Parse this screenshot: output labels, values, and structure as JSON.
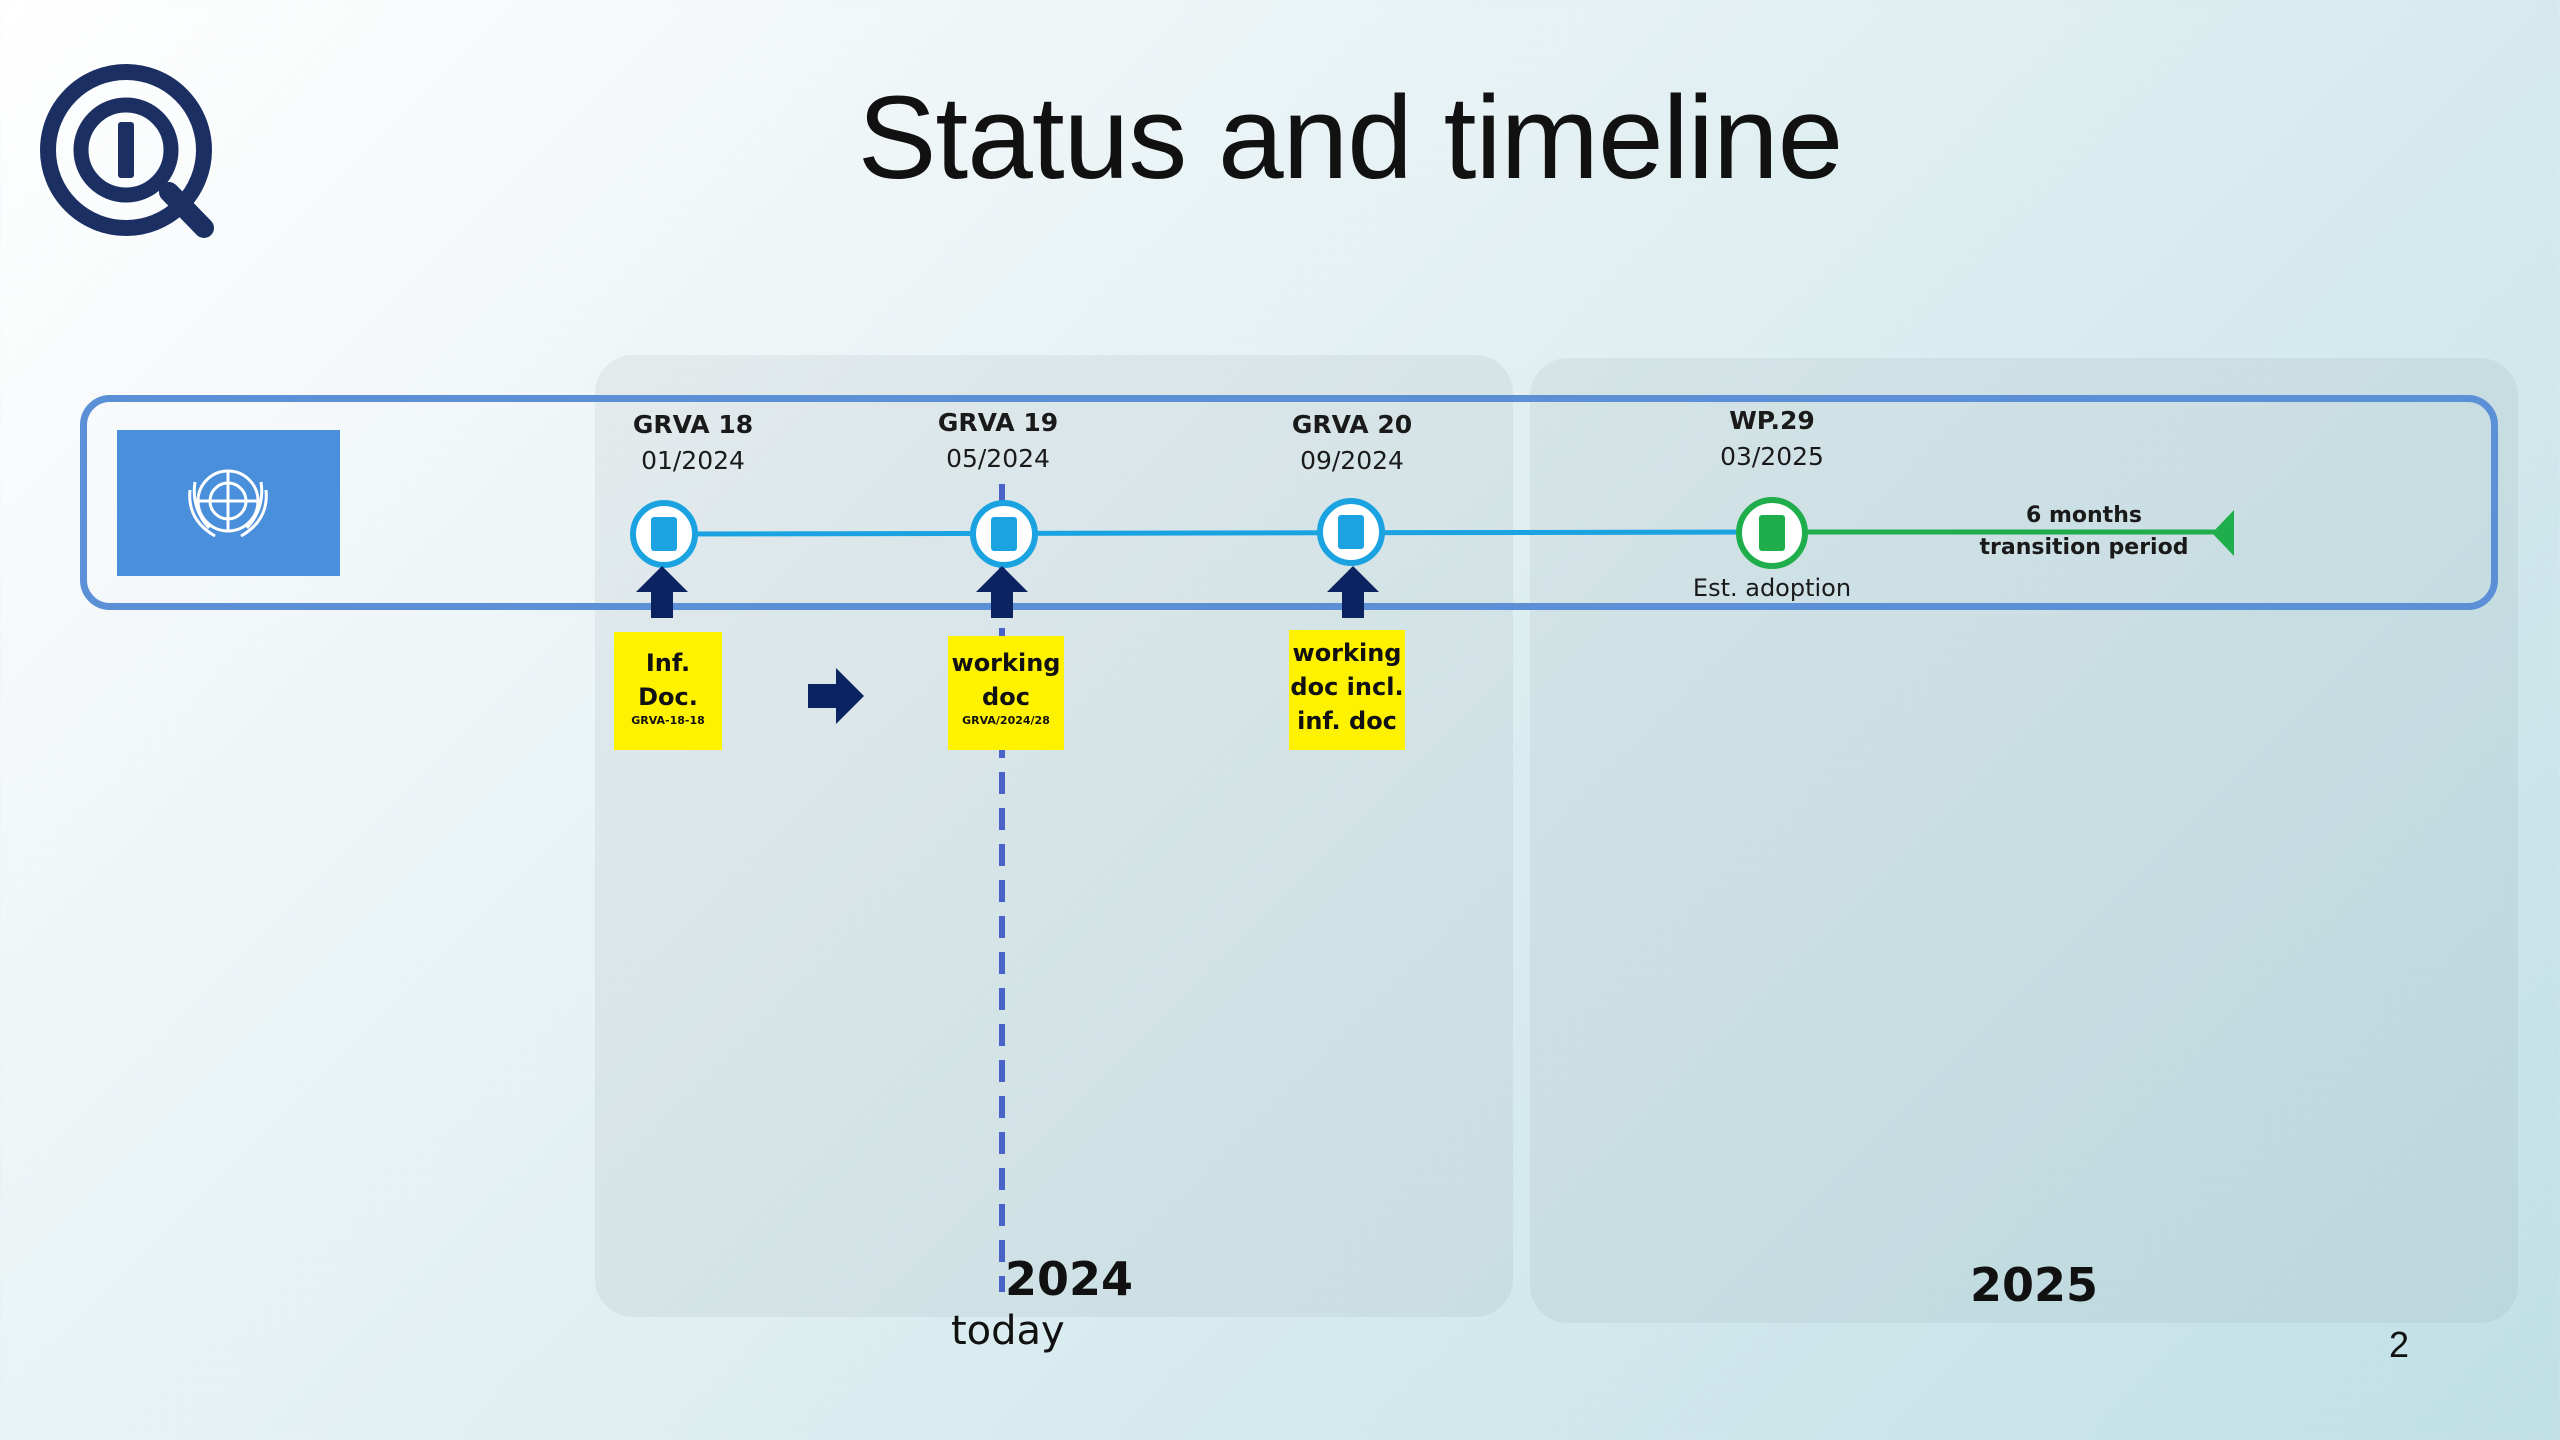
{
  "slide": {
    "title": "Status and timeline",
    "page_number": "2"
  },
  "colors": {
    "timeline_blue": "#1aa3e0",
    "band_border": "#5b8fd6",
    "adoption_green": "#1fae4b",
    "note_yellow": "#fff200",
    "arrow_navy": "#0b2361",
    "un_blue": "#4a8fdb"
  },
  "timeline": {
    "milestones": [
      {
        "label": "GRVA 18",
        "date": "01/2024"
      },
      {
        "label": "GRVA 19",
        "date": "05/2024"
      },
      {
        "label": "GRVA 20",
        "date": "09/2024"
      },
      {
        "label": "WP.29",
        "date": "03/2025",
        "caption": "Est. adoption"
      }
    ],
    "transition": {
      "line1": "6 months",
      "line2": "transition period"
    },
    "notes": [
      {
        "line1": "Inf.",
        "line2": "Doc.",
        "sub": "GRVA-18-18"
      },
      {
        "line1": "working",
        "line2": "doc",
        "sub": "GRVA/2024/28"
      },
      {
        "line1": "working",
        "line2": "doc incl.",
        "line3": "inf. doc"
      }
    ],
    "years": [
      "2024",
      "2025"
    ],
    "today_label": "today"
  },
  "icons": {
    "logo": "magnifier-info-logo-icon",
    "flag": "un-emblem-icon",
    "document": "document-icon",
    "up_arrow": "up-arrow-icon",
    "right_arrow": "right-arrow-icon",
    "end_marker": "triangle-end-icon"
  }
}
